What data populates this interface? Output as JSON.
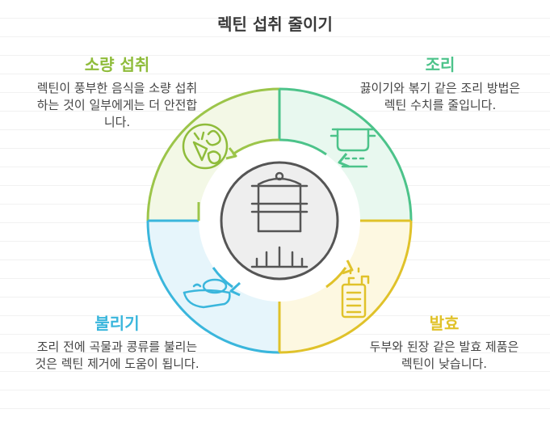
{
  "title": "렉틴 섭취 줄이기",
  "colors": {
    "green": "#8fbc3b",
    "teal": "#4cc38a",
    "yellow": "#e0c22a",
    "blue": "#3ab6dc",
    "center": "#555555"
  },
  "sections": {
    "top_left": {
      "heading": "소량 섭취",
      "text": "렉틴이 풍부한 음식을 소량 섭취하는 것이 일부에게는 더 안전합니다.",
      "icon": "vegetables-icon"
    },
    "top_right": {
      "heading": "조리",
      "text": "끓이기와 볶기 같은 조리 방법은 렉틴 수치를 줄입니다.",
      "icon": "cooking-pot-icon"
    },
    "bottom_left": {
      "heading": "불리기",
      "text": "조리 전에 곡물과 콩류를 불리는 것은 렉틴 제거에 도움이 됩니다.",
      "icon": "soaking-bowl-icon"
    },
    "bottom_right": {
      "heading": "발효",
      "text": "두부와 된장 같은 발효 제품은 렉틴이 낮습니다.",
      "icon": "fermentation-jar-icon"
    }
  },
  "center_icon": "steamer-pot-icon"
}
